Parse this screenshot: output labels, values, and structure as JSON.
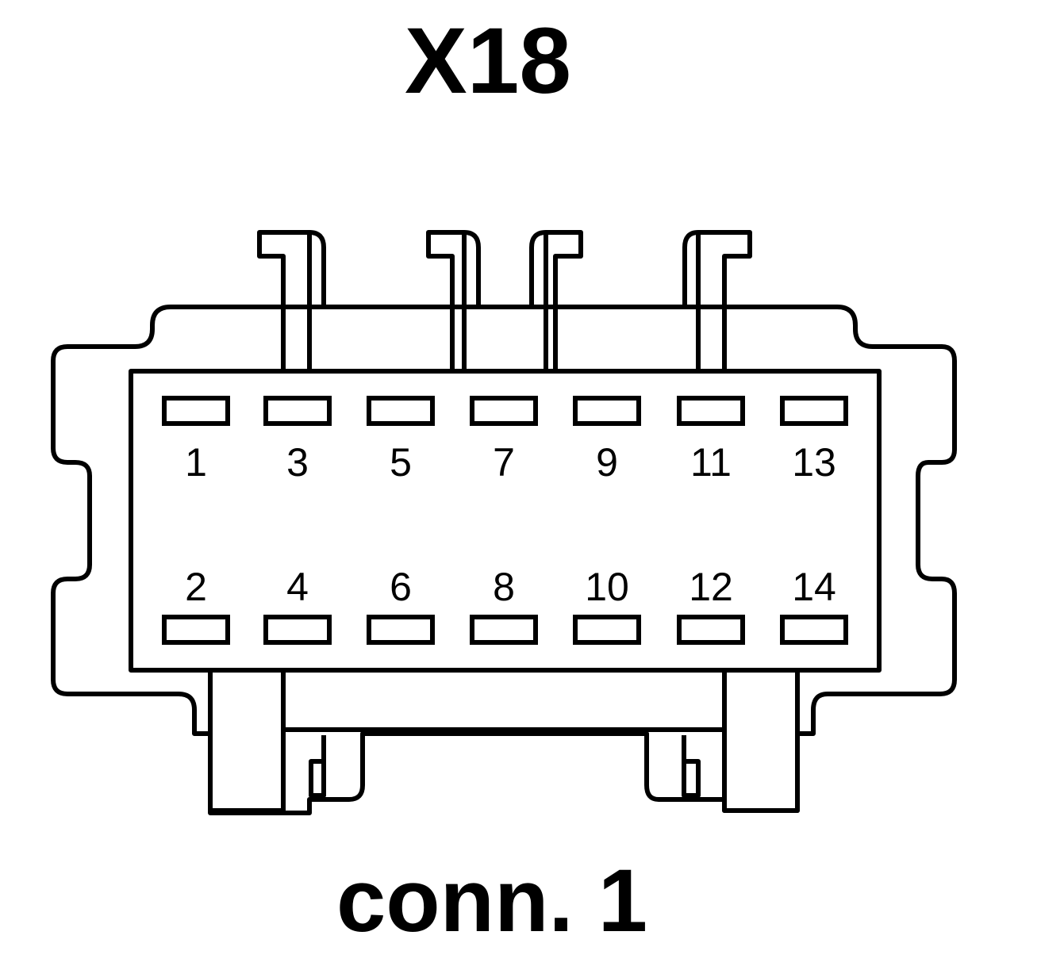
{
  "title": "X18",
  "caption": "conn. 1",
  "line_color": "#000000",
  "pins_top": [
    "1",
    "3",
    "5",
    "7",
    "9",
    "11",
    "13"
  ],
  "pins_bottom": [
    "2",
    "4",
    "6",
    "8",
    "10",
    "12",
    "14"
  ]
}
